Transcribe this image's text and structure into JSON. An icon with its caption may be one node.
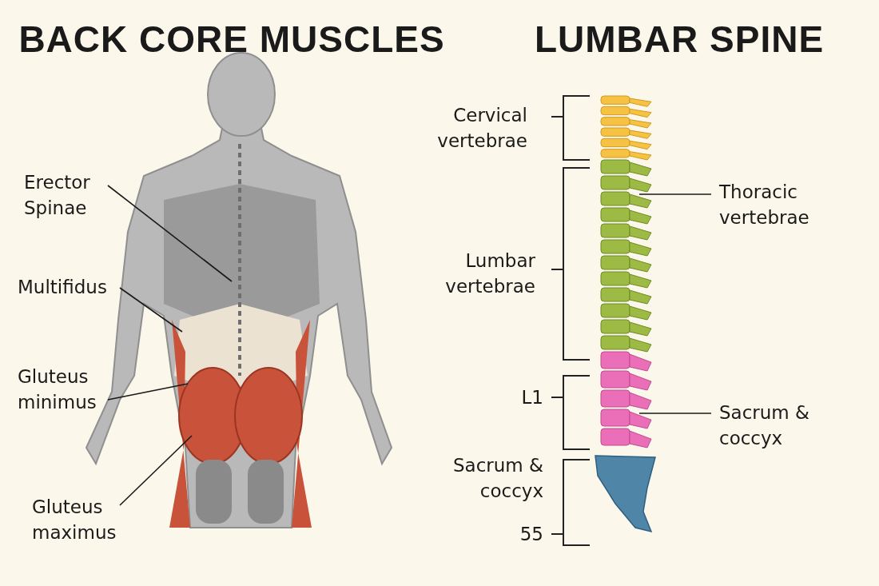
{
  "diagram": {
    "nodes": [
      {
        "text": [
          "Erector Spinae"
        ]
      },
      {
        "text": [
          "Multifidus"
        ]
      },
      {
        "text": [
          "Gluteus minimus"
        ]
      },
      {
        "text": [
          "Gluteus maximus"
        ]
      },
      {
        "text": [
          "Thoracic vertebrae"
        ]
      },
      {
        "text": [
          "Sacrum & coccyx"
        ]
      }
    ],
    "edges": [
      {
        "from": 0,
        "to": null,
        "arrow": "none"
      },
      {
        "from": 1,
        "to": null,
        "arrow": "none"
      },
      {
        "from": 2,
        "to": null,
        "arrow": "none"
      },
      {
        "from": 3,
        "to": null,
        "arrow": "none"
      },
      {
        "from": 4,
        "to": null,
        "arrow": "none"
      },
      {
        "from": 5,
        "to": null,
        "arrow": "none"
      }
    ],
    "labels": [
      "BACK CORE MUSCLES",
      "LUMBAR SPINE",
      "Cervical vertebrae",
      "Lumbar vertebrae",
      "L1",
      "Sacrum & coccyx",
      "55"
    ]
  }
}
